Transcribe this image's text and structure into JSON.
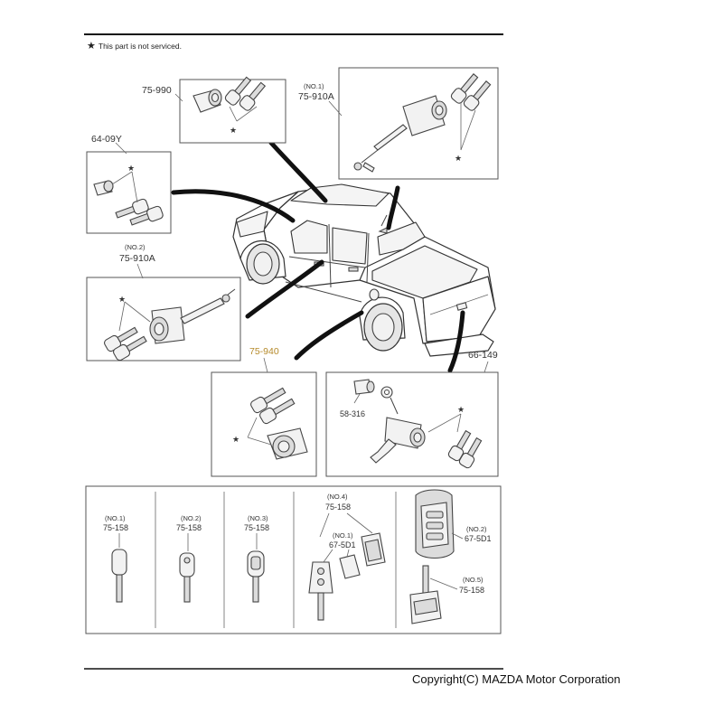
{
  "note": {
    "star": "★",
    "text": "This part is not serviced."
  },
  "labels": {
    "p75990": "75-990",
    "p75910a_1_no": "(NO.1)",
    "p75910a_1": "75-910A",
    "p6409y": "64-09Y",
    "p75910a_2_no": "(NO.2)",
    "p75910a_2": "75-910A",
    "p75940": "75-940",
    "p66149": "66-149",
    "p58316": "58-316",
    "k1_no": "(NO.1)",
    "k1": "75-158",
    "k2_no": "(NO.2)",
    "k2": "75-158",
    "k3_no": "(NO.3)",
    "k3": "75-158",
    "k4_no": "(NO.4)",
    "k4": "75-158",
    "r1_no": "(NO.1)",
    "r1": "67-5D1",
    "r2_no": "(NO.2)",
    "r2": "67-5D1",
    "k5_no": "(NO.5)",
    "k5": "75-158"
  },
  "star": "★",
  "colors": {
    "highlight_label": "#b58a2a",
    "callout_line": "#111111"
  },
  "footer": {
    "copyright": "Copyright(C) MAZDA Motor Corporation"
  }
}
